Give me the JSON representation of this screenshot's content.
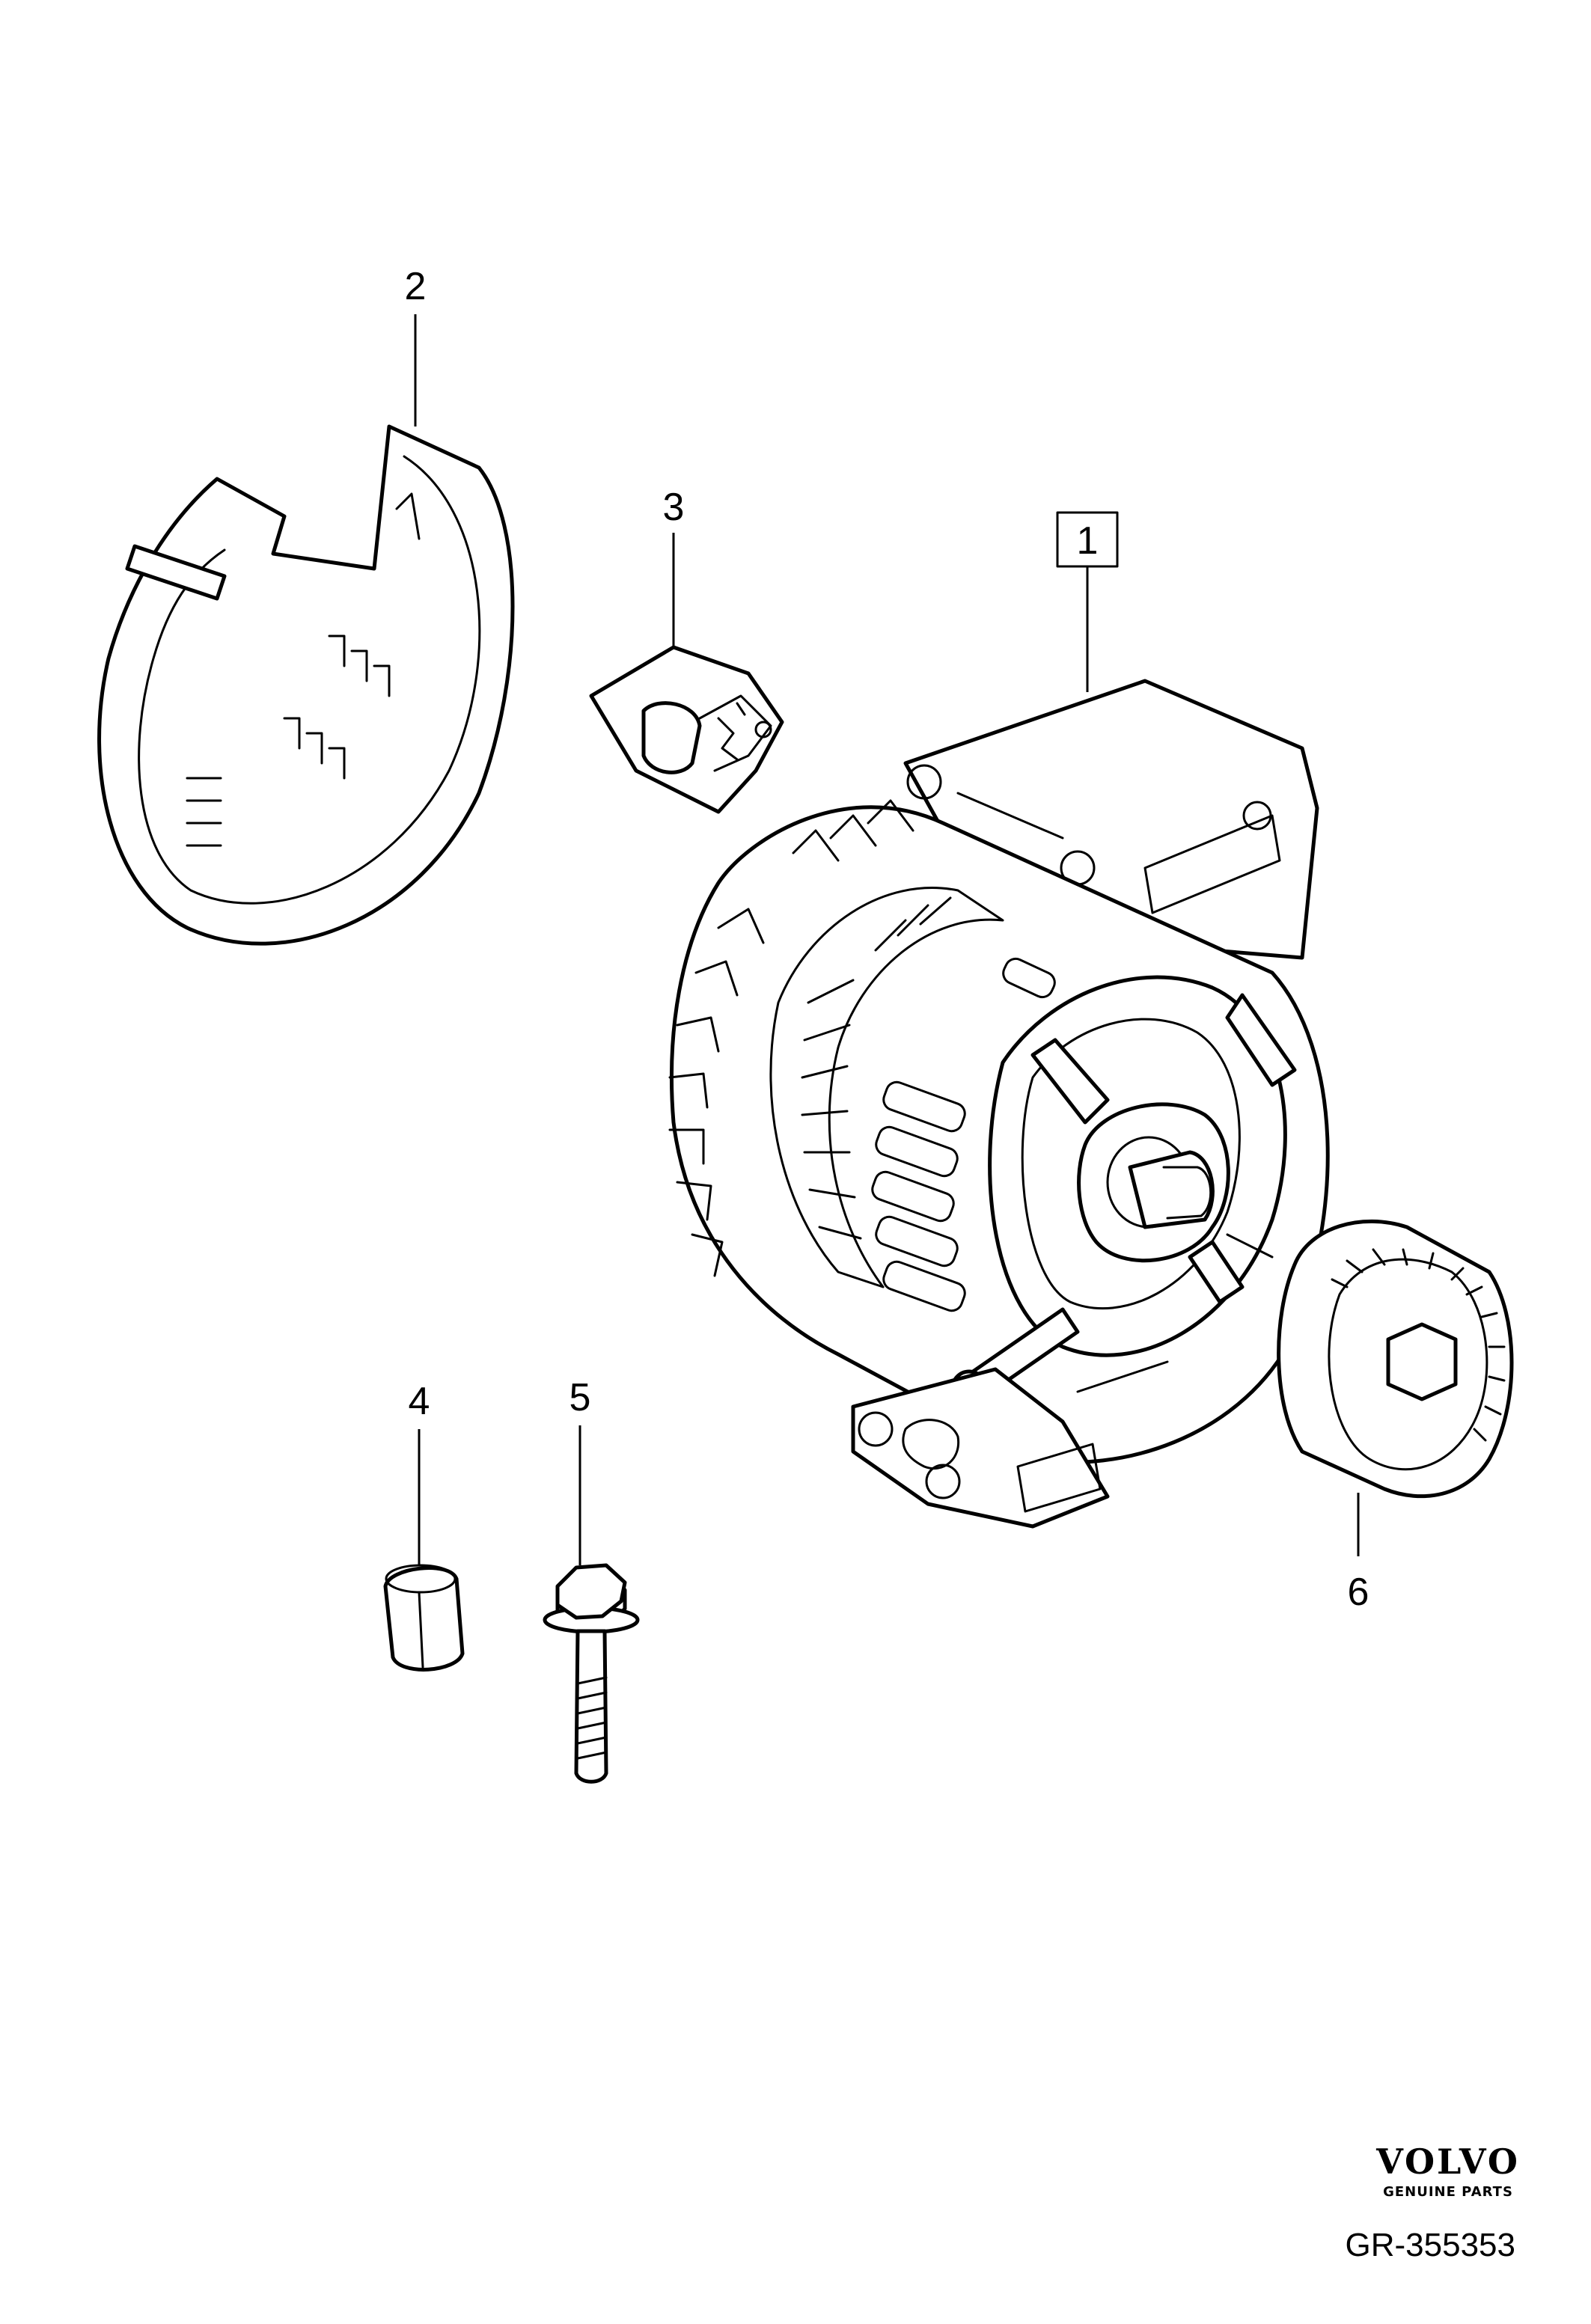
{
  "diagram": {
    "callouts": [
      {
        "id": "c1",
        "label": "1",
        "boxed": true
      },
      {
        "id": "c2",
        "label": "2",
        "boxed": false
      },
      {
        "id": "c3",
        "label": "3",
        "boxed": false
      },
      {
        "id": "c4",
        "label": "4",
        "boxed": false
      },
      {
        "id": "c5",
        "label": "5",
        "boxed": false
      },
      {
        "id": "c6",
        "label": "6",
        "boxed": false
      }
    ],
    "brand": {
      "name": "VOLVO",
      "tagline": "GENUINE PARTS"
    },
    "reference": "GR-355353",
    "colors": {
      "line": "#000000",
      "background": "#ffffff"
    }
  }
}
